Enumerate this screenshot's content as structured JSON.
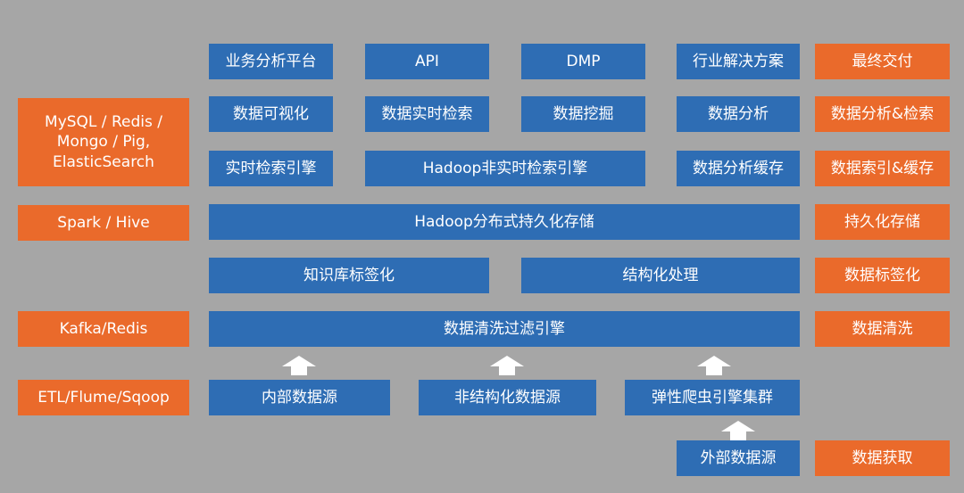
{
  "colors": {
    "background": "#a6a6a6",
    "blue": "#2e6db4",
    "orange": "#ea6a2b"
  },
  "left": {
    "storage": "MySQL / Redis /\nMongo / Pig,\nElasticSearch",
    "compute": "Spark / Hive",
    "queue": "Kafka/Redis",
    "etl": "ETL/Flume/Sqoop"
  },
  "rows": {
    "r1": [
      "业务分析平台",
      "API",
      "DMP",
      "行业解决方案"
    ],
    "r2": [
      "数据可视化",
      "数据实时检索",
      "数据挖掘",
      "数据分析"
    ],
    "r3": [
      "实时检索引擎",
      "Hadoop非实时检索引擎",
      "数据分析缓存"
    ],
    "r4": "Hadoop分布式持久化存储",
    "r5": [
      "知识库标签化",
      "结构化处理"
    ],
    "r6": "数据清洗过滤引擎",
    "r7": [
      "内部数据源",
      "非结构化数据源",
      "弹性爬虫引擎集群"
    ],
    "r8": "外部数据源"
  },
  "right": {
    "delivery": "最终交付",
    "analysis": "数据分析&检索",
    "index_cache": "数据索引&缓存",
    "persist": "持久化存储",
    "tagging": "数据标签化",
    "cleaning": "数据清洗",
    "acquisition": "数据获取"
  },
  "icons": {
    "up_arrow": "up-arrow-icon"
  }
}
